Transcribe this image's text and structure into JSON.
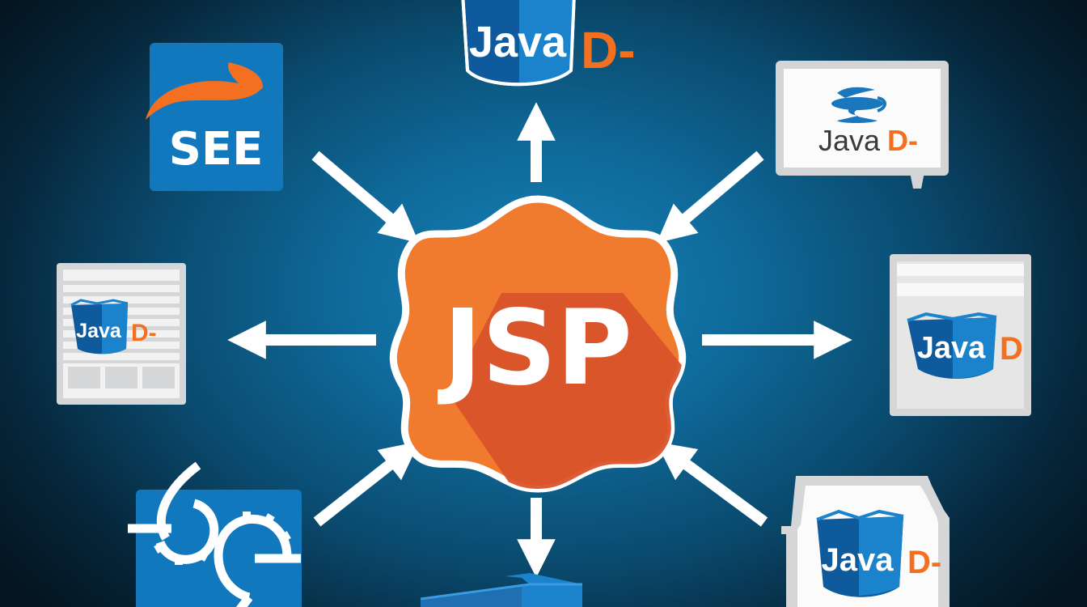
{
  "diagram": {
    "center": {
      "label": "JSP",
      "shape": "scalloped-badge",
      "fill": "#f07a2e",
      "shadow": "#d9532a",
      "outline": "#ffffff"
    },
    "nodes": [
      {
        "id": "top-left",
        "type": "square-logo",
        "label": "SEE",
        "bg": "#1278bd",
        "accent": "#f37021",
        "arrow": "inbound"
      },
      {
        "id": "top",
        "type": "cup-logo",
        "label": "Java",
        "suffix": "D-",
        "arrow": "outbound"
      },
      {
        "id": "top-right",
        "type": "speech-bubble-card",
        "label": "Java",
        "suffix": "D-",
        "arrow": "inbound"
      },
      {
        "id": "left",
        "type": "document-card",
        "label": "Java",
        "suffix": "D-",
        "arrow": "outbound"
      },
      {
        "id": "right",
        "type": "document-card",
        "label": "Java",
        "suffix": "D",
        "arrow": "outbound"
      },
      {
        "id": "bottom-left",
        "type": "gears-tile",
        "label": "",
        "bg": "#1278bd",
        "arrow": "inbound"
      },
      {
        "id": "bottom",
        "type": "cup-logo-partial",
        "label": "",
        "arrow": "outbound"
      },
      {
        "id": "bottom-right",
        "type": "shield-card",
        "label": "Java",
        "suffix": "D-",
        "arrow": "inbound"
      }
    ],
    "colors": {
      "java_blue_dark": "#0f5a9c",
      "java_blue_light": "#1a83cc",
      "orange": "#f37021",
      "card_gray": "#d4d6d8",
      "card_white": "#f4f4f4",
      "arrow": "#ffffff"
    }
  }
}
